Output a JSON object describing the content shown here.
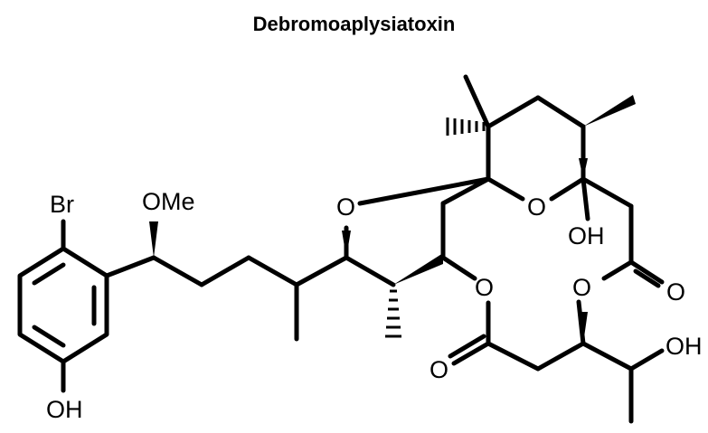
{
  "title": "Debromoaplysiatoxin",
  "atoms": {
    "br": "Br",
    "ome": "OMe",
    "oh_phenol": "OH",
    "o_thf": "O",
    "o_pyran": "O",
    "oh_hemiketal": "OH",
    "o_ester_left": "O",
    "o_carbonyl_left": "O",
    "o_ester_right": "O",
    "o_carbonyl_right": "O",
    "oh_side": "OH"
  }
}
